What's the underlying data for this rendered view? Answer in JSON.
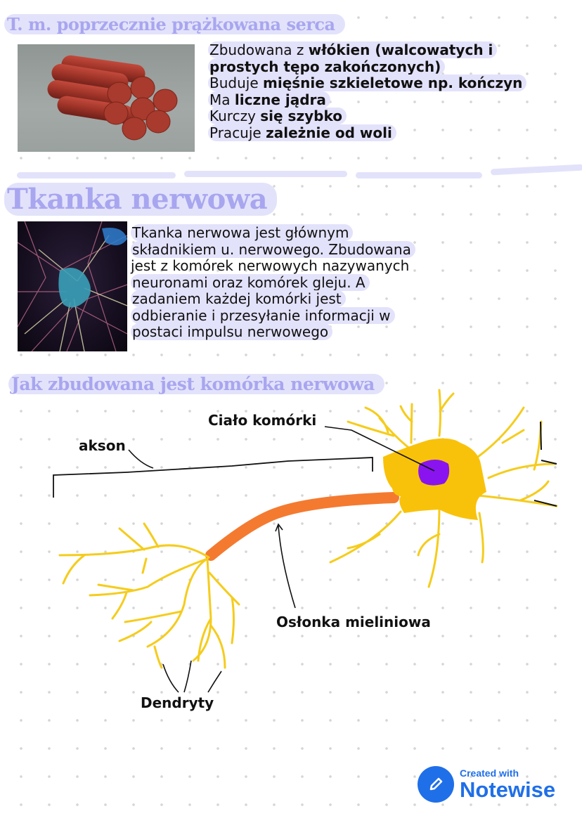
{
  "section_muscle": {
    "title": "T. m. poprzecznie prążkowana serca",
    "image_alt": "Włókna mięśnia poprzecznie prążkowanego",
    "lines": [
      {
        "plain": "Zbudowana z ",
        "bold": "włókien (walcowatych i"
      },
      {
        "plain": "",
        "bold": "prostych tępo zakończonych)"
      },
      {
        "plain": "Buduje ",
        "bold": "mięśnie szkieletowe np. kończyn"
      },
      {
        "plain": "Ma ",
        "bold": "liczne jądra"
      },
      {
        "plain": "Kurczy ",
        "bold": "się szybko"
      },
      {
        "plain": "Pracuje ",
        "bold": "zależnie od woli"
      }
    ]
  },
  "section_nerve": {
    "title": "Tkanka nerwowa",
    "image_alt": "Neurony pod mikroskopem",
    "lines": [
      "Tkanka nerwowa jest głównym",
      "składnikiem u. nerwowego. Zbudowana",
      "jest z komórek nerwowych nazywanych",
      "neuronami oraz komórek gleju. A",
      "zadaniem każdej komórki jest",
      "odbieranie i przesyłanie informacji w",
      "postaci impulsu nerwowego"
    ]
  },
  "section_cell": {
    "title": "Jak zbudowana jest komórka nerwowa",
    "labels": {
      "cell_body": "Ciało komórki",
      "axon": "akson",
      "myelin": "Osłonka mieliniowa",
      "dendrites": "Dendryty"
    },
    "colors": {
      "cell_body": "#f9c20a",
      "nucleus": "#8a14f0",
      "myelin": "#f47a30",
      "dendrite": "#f5cc1c",
      "heading": "#a8a6ef",
      "highlight": "#e3e2fb"
    }
  },
  "badge": {
    "small": "Created with",
    "big": "Notewise",
    "icon": "pencil-icon",
    "color": "#1f6fe8"
  }
}
